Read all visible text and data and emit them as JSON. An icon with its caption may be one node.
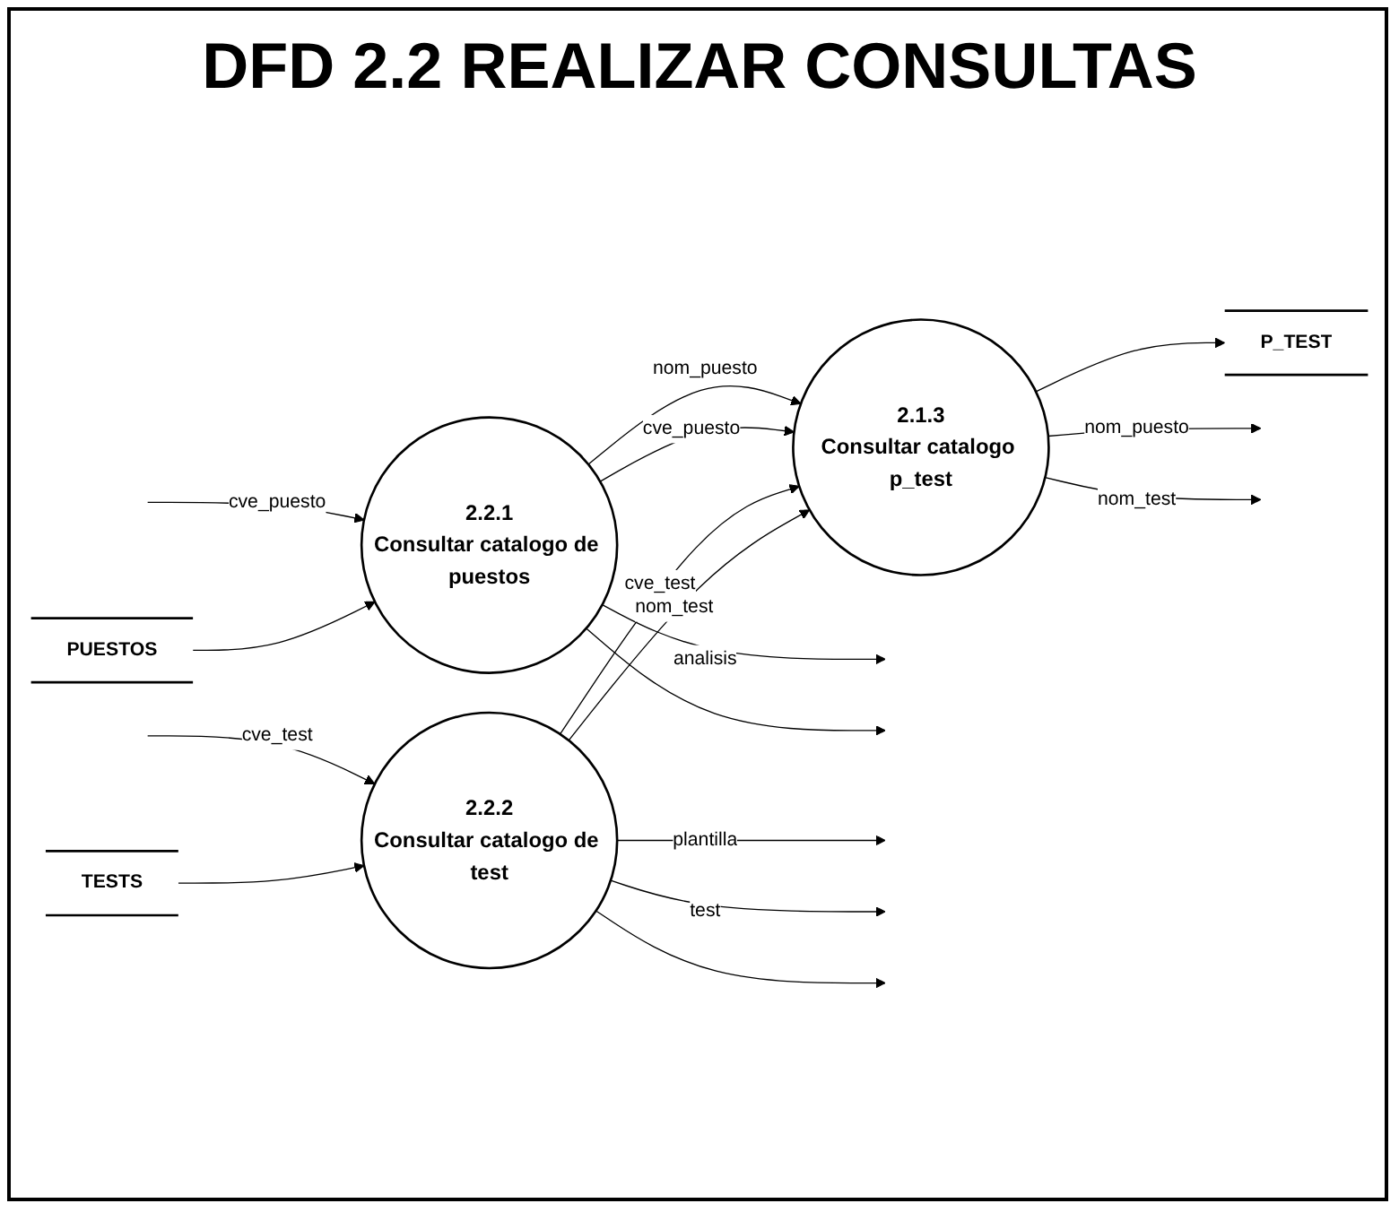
{
  "diagram": {
    "title": "DFD 2.2 REALIZAR CONSULTAS",
    "nodes": [
      {
        "text": [
          "2.2.1",
          "Consultar catalogo de puestos"
        ]
      },
      {
        "text": [
          "2.2.2",
          "Consultar catalogo de test"
        ]
      },
      {
        "text": [
          "2.1.3",
          "Consultar catalogo p_test"
        ]
      },
      {
        "text": [
          "PUESTOS"
        ]
      },
      {
        "text": [
          "TESTS"
        ]
      },
      {
        "text": [
          "P_TEST"
        ]
      }
    ],
    "edges": [
      {
        "from": null,
        "to": 0,
        "arrow": "to",
        "label": "cve_puesto"
      },
      {
        "from": 0,
        "to": null,
        "arrow": "to",
        "label": "analisis"
      },
      {
        "from": 0,
        "to": null,
        "arrow": "to"
      },
      {
        "from": 3,
        "to": 0,
        "arrow": "to"
      },
      {
        "from": 0,
        "to": 2,
        "arrow": "to",
        "label": "nom_puesto"
      },
      {
        "from": 0,
        "to": 2,
        "arrow": "to",
        "label": "cve_puesto"
      },
      {
        "from": null,
        "to": 1,
        "arrow": "to",
        "label": "cve_test"
      },
      {
        "from": 1,
        "to": null,
        "arrow": "to",
        "label": "plantilla"
      },
      {
        "from": 1,
        "to": null,
        "arrow": "to",
        "label": "test"
      },
      {
        "from": 1,
        "to": 2,
        "arrow": "to",
        "label": "cve_test"
      },
      {
        "from": 1,
        "to": 2,
        "arrow": "to",
        "label": "nom_test"
      },
      {
        "from": 1,
        "to": null,
        "arrow": "to"
      },
      {
        "from": 4,
        "to": 1,
        "arrow": "to"
      },
      {
        "from": 2,
        "to": 5,
        "arrow": "to"
      },
      {
        "from": 2,
        "to": null,
        "arrow": "to",
        "label": "nom_puesto"
      },
      {
        "from": 2,
        "to": null,
        "arrow": "to",
        "label": "nom_test"
      }
    ]
  }
}
